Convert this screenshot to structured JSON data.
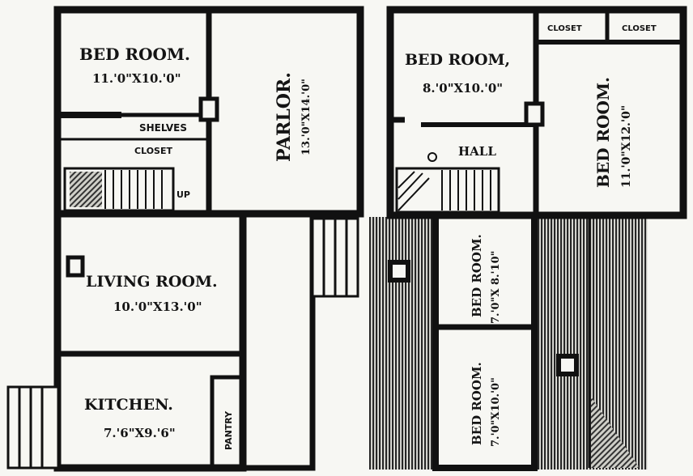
{
  "first_floor": {
    "bed_room": {
      "name": "BED ROOM.",
      "size": "11.'0\"X10.'0\""
    },
    "parlor": {
      "name": "PARLOR.",
      "size": "13.'0\"X14.'0\""
    },
    "shelves": "SHELVES",
    "closet": "CLOSET",
    "stair_up": "UP",
    "living_room": {
      "name": "LIVING ROOM.",
      "size": "10.'0\"X13.'0\""
    },
    "kitchen": {
      "name": "KITCHEN.",
      "size": "7.'6\"X9.'6\""
    },
    "pantry": "PANTRY"
  },
  "second_floor": {
    "closet_1": "CLOSET",
    "closet_2": "CLOSET",
    "bed_room_1": {
      "name": "BED ROOM,",
      "size": "8.'0\"X10.'0\""
    },
    "bed_room_2": {
      "name": "BED ROOM.",
      "size": "11.'0\"X12.'0\""
    },
    "hall": "HALL",
    "bed_room_3": {
      "name": "BED ROOM.",
      "size": "7.'0\"X 8.'10\""
    },
    "bed_room_4": {
      "name": "BED ROOM.",
      "size": "7.'0\"X10.'0\""
    }
  }
}
